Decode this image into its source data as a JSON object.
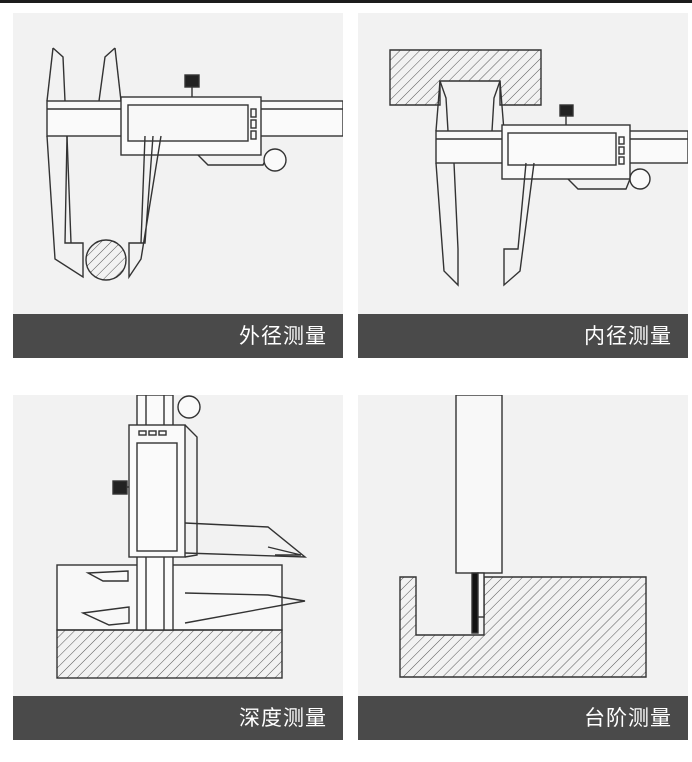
{
  "panels": [
    {
      "label": "外径测量",
      "icon": "outer-diameter-measurement"
    },
    {
      "label": "内径测量",
      "icon": "inner-diameter-measurement"
    },
    {
      "label": "深度测量",
      "icon": "depth-measurement"
    },
    {
      "label": "台阶测量",
      "icon": "step-measurement"
    }
  ],
  "colors": {
    "line": "#333333",
    "panel_bg": "#f2f2f2",
    "caption_bg": "#4a4a4a",
    "caption_text": "#ffffff"
  }
}
